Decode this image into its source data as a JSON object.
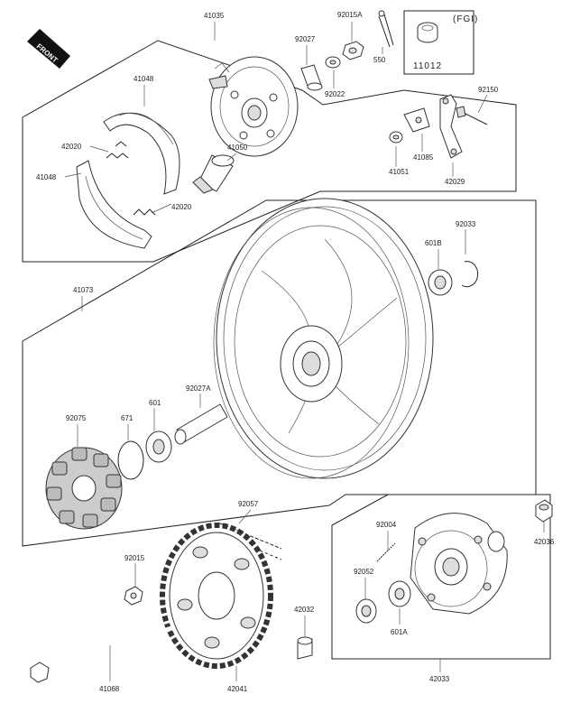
{
  "front_label": "FRONT",
  "fig_note": "(FGI)",
  "labels": {
    "p41035": "41035",
    "p92015A": "92015A",
    "p550": "550",
    "p11012": "11012",
    "p92027": "92027",
    "p92022": "92022",
    "p41048a": "41048",
    "p42020a": "42020",
    "p41048b": "41048",
    "p42020b": "42020",
    "p41050": "41050",
    "p92150": "92150",
    "p41051": "41051",
    "p41085": "41085",
    "p42029": "42029",
    "p92033": "92033",
    "p601B": "601B",
    "p41073": "41073",
    "p92075": "92075",
    "p671": "671",
    "p601": "601",
    "p92027A": "92027A",
    "p92057": "92057",
    "p92004": "92004",
    "p42036": "42036",
    "p92015": "92015",
    "p92052": "92052",
    "p42032": "42032",
    "p601A": "601A",
    "p41068": "41068",
    "p42041": "42041",
    "p42033": "42033"
  }
}
